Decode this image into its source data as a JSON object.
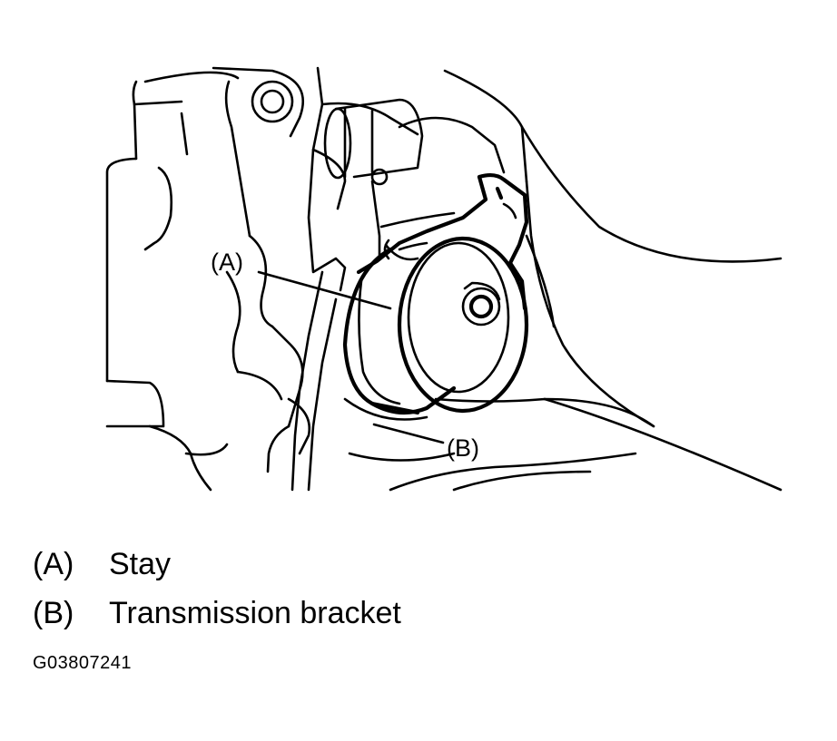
{
  "callouts": {
    "a_label": "(A)",
    "b_label": "(B)"
  },
  "legend": [
    {
      "key": "(A)",
      "text": "Stay"
    },
    {
      "key": "(B)",
      "text": "Transmission bracket"
    }
  ],
  "figure_id": "G03807241"
}
